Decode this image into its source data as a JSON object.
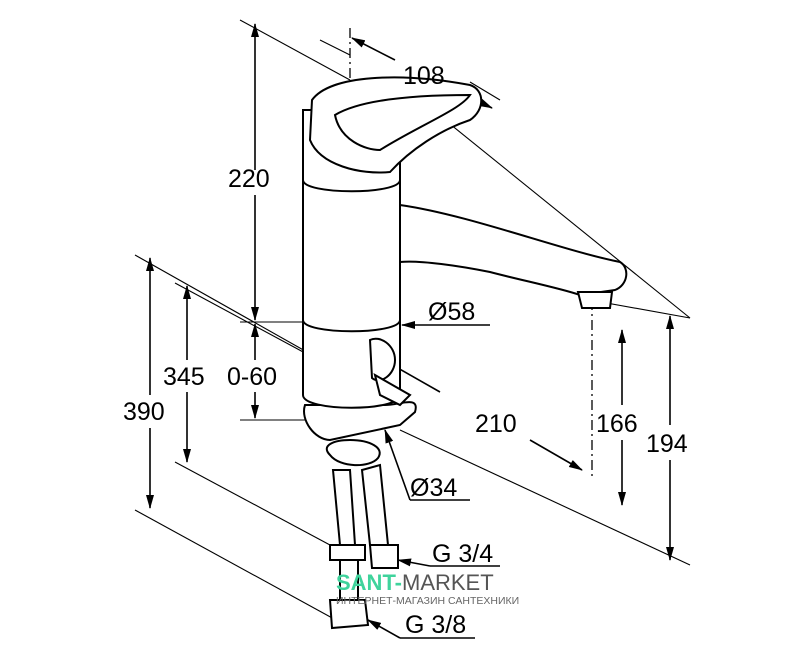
{
  "drawing": {
    "dimensions": {
      "d108": "108",
      "d220": "220",
      "d58": "Ø58",
      "d345": "345",
      "d0_60": "0-60",
      "d390": "390",
      "d210": "210",
      "d166": "166",
      "d194": "194",
      "d34": "Ø34",
      "g34": "G 3/4",
      "g38": "G 3/8"
    }
  },
  "watermark": {
    "brand_a": "SANT-",
    "brand_b": "MARKET",
    "tagline": "ИНТЕРНЕТ-МАГАЗИН САНТЕХНИКИ",
    "brand_color": "#3fd39c"
  }
}
